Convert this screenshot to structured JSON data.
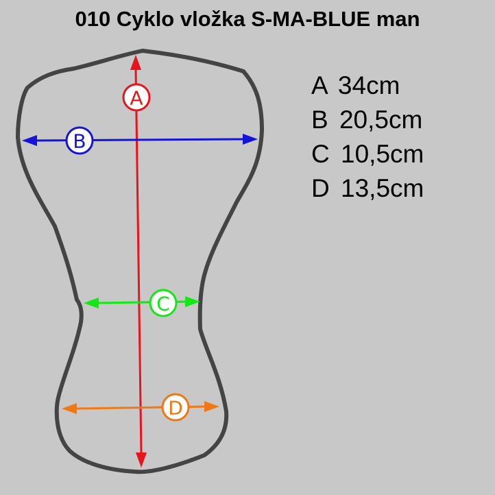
{
  "title": "010 Cyklo vložka S-MA-BLUE man",
  "measurements": [
    {
      "letter": "A",
      "value": "34cm",
      "color": "#e8141c"
    },
    {
      "letter": "B",
      "value": "20,5cm",
      "color": "#1414d8"
    },
    {
      "letter": "C",
      "value": "10,5cm",
      "color": "#14e814"
    },
    {
      "letter": "D",
      "value": "13,5cm",
      "color": "#f07814"
    }
  ],
  "outline_color": "#444444",
  "background_color": "#c8c8c8"
}
